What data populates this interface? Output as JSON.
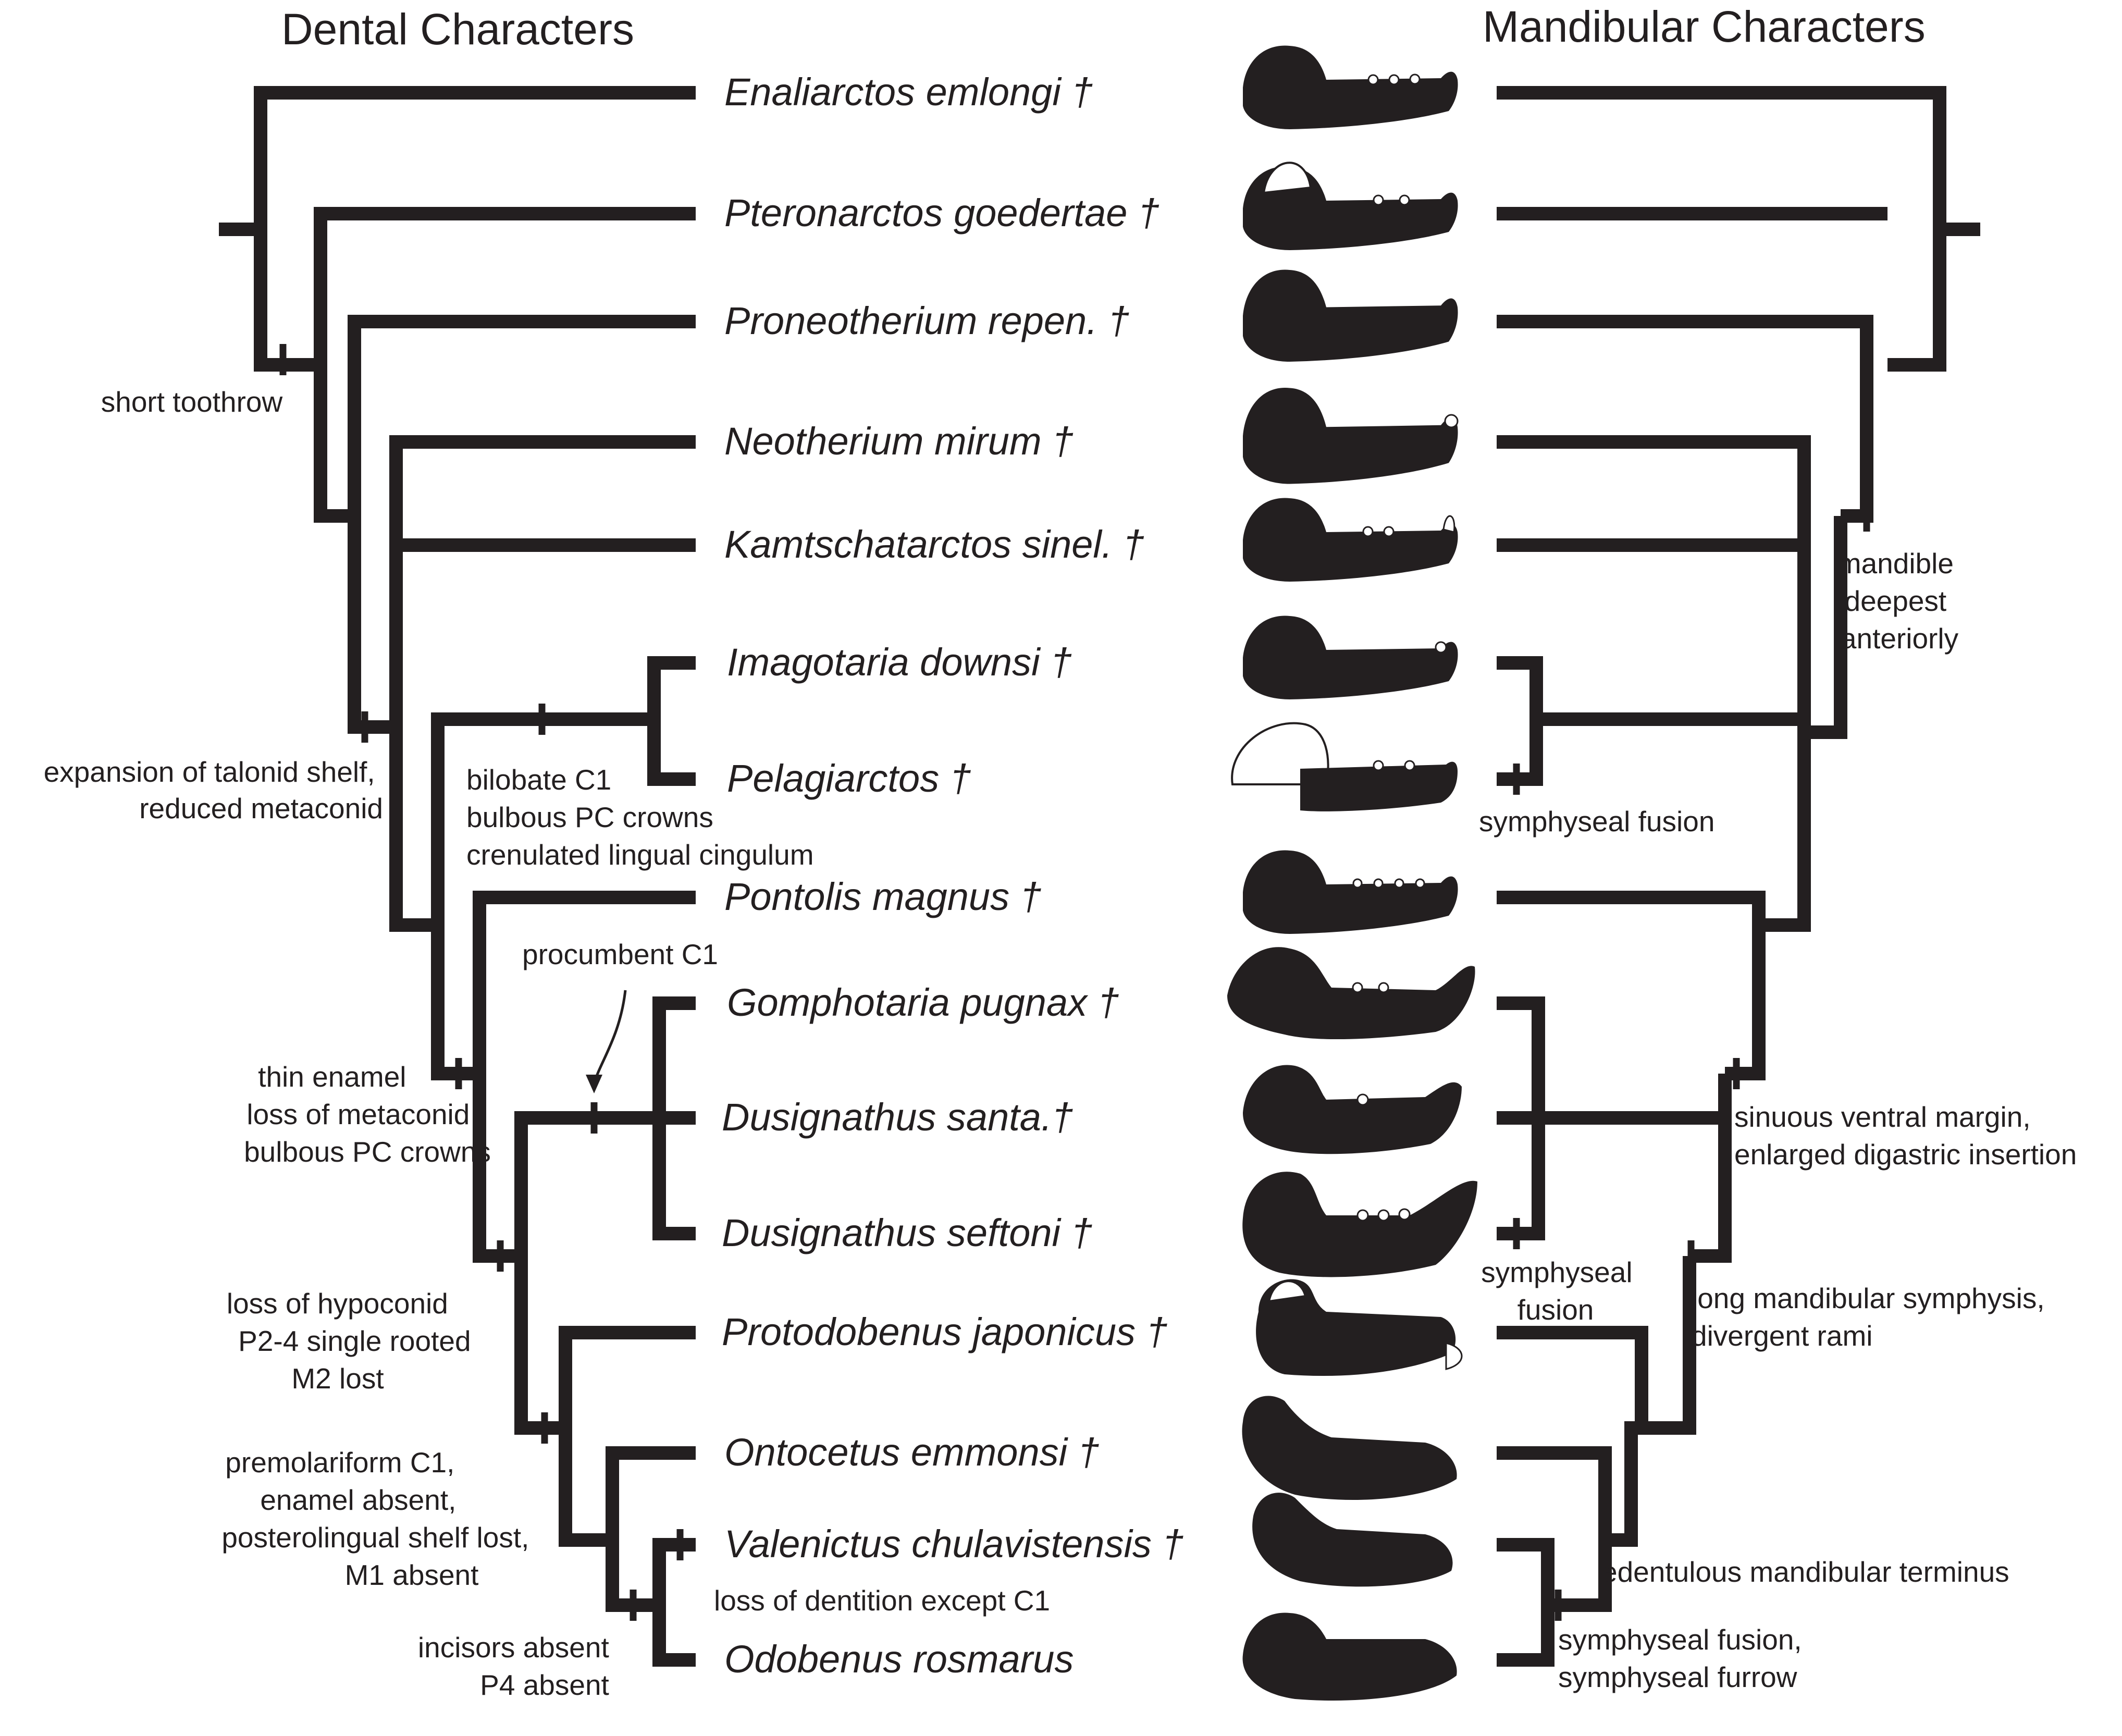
{
  "headers": {
    "left": "Dental Characters",
    "right": "Mandibular Characters"
  },
  "taxa": [
    "Enaliarctos emlongi †",
    "Pteronarctos goedertae †",
    "Proneotherium repen. †",
    "Neotherium mirum †",
    "Kamtschatarctos sinel. †",
    "Imagotaria downsi †",
    "Pelagiarctos †",
    "Pontolis magnus †",
    "Gomphotaria pugnax †",
    "Dusignathus santa.†",
    "Dusignathus seftoni †",
    "Protodobenus japonicus †",
    "Ontocetus emmonsi †",
    "Valenictus chulavistensis †",
    "Odobenus rosmarus"
  ],
  "dental_characters": {
    "short_toothrow": [
      "short toothrow"
    ],
    "talonid": [
      "expansion of talonid shelf,",
      "reduced metaconid"
    ],
    "bilobate": [
      "bilobate C1",
      "bulbous PC crowns",
      "crenulated lingual cingulum"
    ],
    "procumbent": [
      "procumbent C1"
    ],
    "thin_enamel": [
      "thin enamel",
      "loss of metaconid",
      "bulbous PC crowns"
    ],
    "hypoconid": [
      "loss of hypoconid",
      "P2-4 single rooted",
      "M2 lost"
    ],
    "premolariform": [
      "premolariform C1,",
      "enamel absent,",
      "posterolingual shelf lost,",
      "M1 absent"
    ],
    "incisors": [
      "incisors absent",
      "P4 absent"
    ],
    "dentition": [
      "loss of dentition except C1"
    ]
  },
  "mandibular_characters": {
    "deepest": [
      "mandible",
      "deepest",
      "anteriorly"
    ],
    "symph_fusion_1": [
      "symphyseal fusion"
    ],
    "sinuous": [
      "sinuous ventral margin,",
      "enlarged digastric insertion"
    ],
    "symph_fusion_2": [
      "symphyseal",
      "fusion"
    ],
    "long_symphysis": [
      "long mandibular symphysis,",
      "divergent rami"
    ],
    "edentulous": [
      "edentulous mandibular terminus"
    ],
    "furrow": [
      "symphyseal fusion,",
      "symphyseal furrow"
    ]
  },
  "colors": {
    "ink": "#231f20",
    "background": "#ffffff"
  }
}
